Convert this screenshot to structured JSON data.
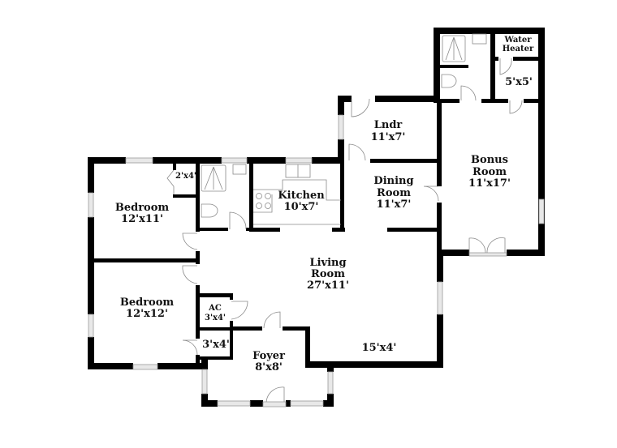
{
  "floor_plan": {
    "rooms": [
      {
        "id": "bonus-room",
        "name": "Bonus",
        "name2": "Room",
        "dims": "11'x17'"
      },
      {
        "id": "laundry",
        "name": "Lndr",
        "dims": "11'x7'"
      },
      {
        "id": "dining-room",
        "name": "Dining",
        "name2": "Room",
        "dims": "11'x7'"
      },
      {
        "id": "kitchen",
        "name": "Kitchen",
        "dims": "10'x7'"
      },
      {
        "id": "bedroom-1",
        "name": "Bedroom",
        "dims": "12'x11'"
      },
      {
        "id": "bedroom-2",
        "name": "Bedroom",
        "dims": "12'x12'"
      },
      {
        "id": "living-room",
        "name": "Living",
        "name2": "Room",
        "dims": "27'x11'"
      },
      {
        "id": "foyer",
        "name": "Foyer",
        "dims": "8'x8'"
      },
      {
        "id": "ac-closet",
        "name": "AC",
        "dims": "3'x4'"
      },
      {
        "id": "closet-hall",
        "dims": "3'x4'"
      },
      {
        "id": "closet-bedroom",
        "dims": "2'x4'"
      },
      {
        "id": "porch-area",
        "dims": "15'x4'"
      },
      {
        "id": "water-heater",
        "name": "Water",
        "name2": "Heater"
      },
      {
        "id": "storage",
        "dims": "5'x5'"
      }
    ],
    "colors": {
      "wall": "#000000",
      "window": "#e8e8e8",
      "fixture_line": "#8a8a8a",
      "background": "#ffffff"
    }
  }
}
